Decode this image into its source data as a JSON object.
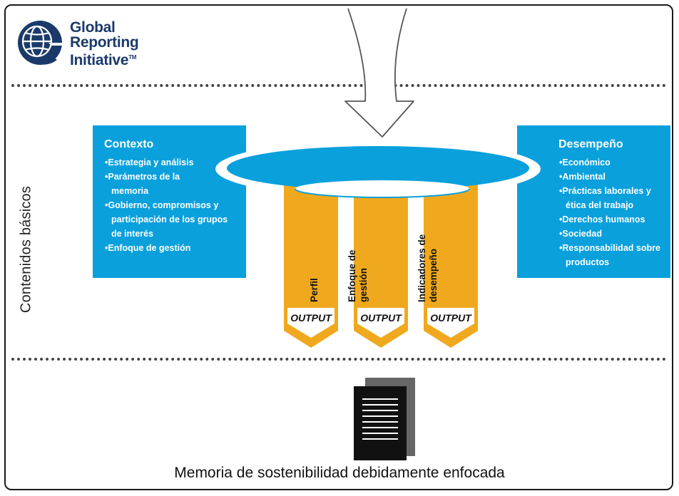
{
  "logo": {
    "line1": "Global",
    "line2": "Reporting",
    "line3": "Initiative",
    "tm": "TM"
  },
  "side_label": "Contenidos básicos",
  "contexto": {
    "title": "Contexto",
    "items": [
      "Estrategia y análisis",
      "Parámetros de la memoria",
      "Gobierno, compromisos y participación de los grupos de interés",
      "Enfoque de gestión"
    ]
  },
  "desempeno": {
    "title": "Desempeño",
    "items": [
      "Económico",
      "Ambiental",
      "Prácticas laborales y ética del trabajo",
      "Derechos humanos",
      "Sociedad",
      "Responsabilidad sobre productos"
    ]
  },
  "columns": [
    {
      "label": "Perfil",
      "output": "OUTPUT"
    },
    {
      "label": "Enfoque de gestión",
      "output": "OUTPUT"
    },
    {
      "label": "Indicadores de desempeño",
      "output": "OUTPUT"
    }
  ],
  "caption": "Memoria de sostenibilidad debidamente enfocada",
  "colors": {
    "blue": "#0aa0dc",
    "orange": "#f0a91e",
    "navy": "#1b3a6a"
  }
}
